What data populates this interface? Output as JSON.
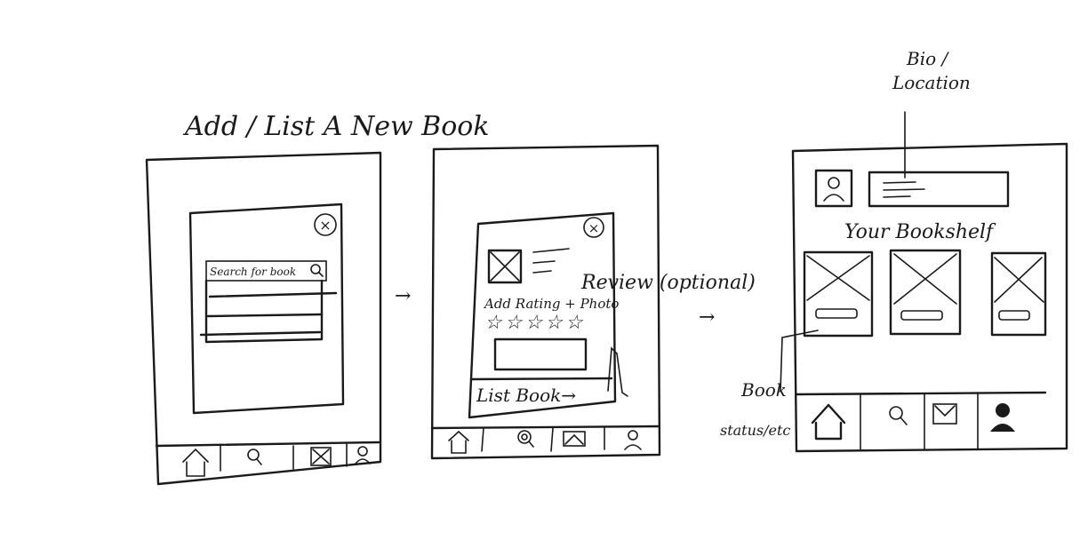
{
  "title": "Add / List A New Book",
  "screen1": {
    "search_placeholder": "Search for book",
    "close_symbol": "×",
    "search_icon": "magnifier-icon",
    "nav": [
      "home-icon",
      "search-icon",
      "books-icon",
      "profile-icon"
    ]
  },
  "screen2": {
    "close_symbol": "×",
    "add_rating_label": "Add Rating + Photo",
    "stars": "☆☆☆☆☆",
    "list_book_label": "List Book→",
    "nav": [
      "home-icon",
      "search-icon",
      "books-icon",
      "profile-icon"
    ]
  },
  "annotations": {
    "review": "Review (optional)",
    "bio_location_line1": "Bio /",
    "bio_location_line2": "Location",
    "book_status_line1": "Book",
    "book_status_line2": "status/etc"
  },
  "screen3": {
    "bookshelf_title": "Your Bookshelf",
    "nav": [
      "home-icon",
      "search-icon",
      "books-icon",
      "profile-icon"
    ]
  },
  "flow_arrows": [
    "→",
    "→"
  ]
}
